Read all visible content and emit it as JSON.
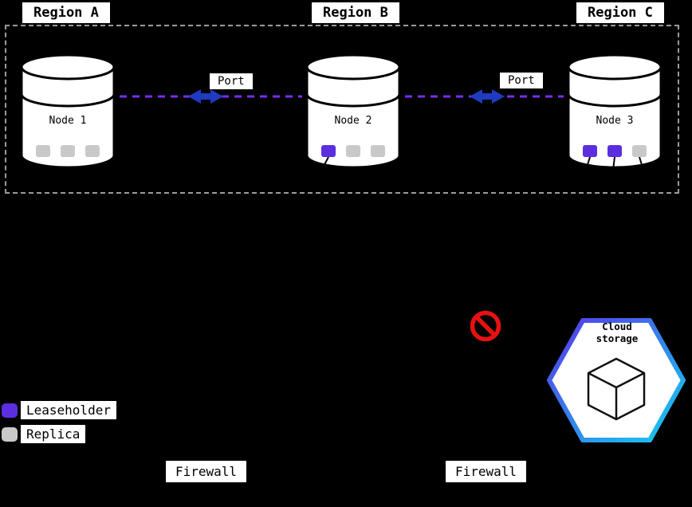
{
  "regions": [
    {
      "label": "Region A"
    },
    {
      "label": "Region B"
    },
    {
      "label": "Region C"
    }
  ],
  "nodes": [
    {
      "label": "Node 1",
      "squares": [
        "replica",
        "replica",
        "replica"
      ]
    },
    {
      "label": "Node 2",
      "squares": [
        "leaseholder",
        "replica",
        "replica"
      ]
    },
    {
      "label": "Node 3",
      "squares": [
        "leaseholder",
        "leaseholder",
        "replica"
      ]
    }
  ],
  "links": [
    {
      "label": "Port"
    },
    {
      "label": "Port"
    }
  ],
  "legend": [
    {
      "swatch": "leaseholder",
      "label": "Leaseholder"
    },
    {
      "swatch": "replica",
      "label": "Replica"
    }
  ],
  "cloud_storage": {
    "line1": "Cloud",
    "line2": "storage"
  },
  "firewalls": [
    {
      "label": "Firewall"
    },
    {
      "label": "Firewall"
    }
  ],
  "colors": {
    "background": "#000000",
    "leaseholder": "#5b2ee0",
    "replica": "#c9c9c9",
    "dashed_link": "#7a2df2",
    "arrow": "#1f3bc0",
    "prohibition": "#e81111",
    "boundary": "#9a9a9a",
    "hex_border_start": "#5637e8",
    "hex_border_end": "#14d0f0"
  }
}
